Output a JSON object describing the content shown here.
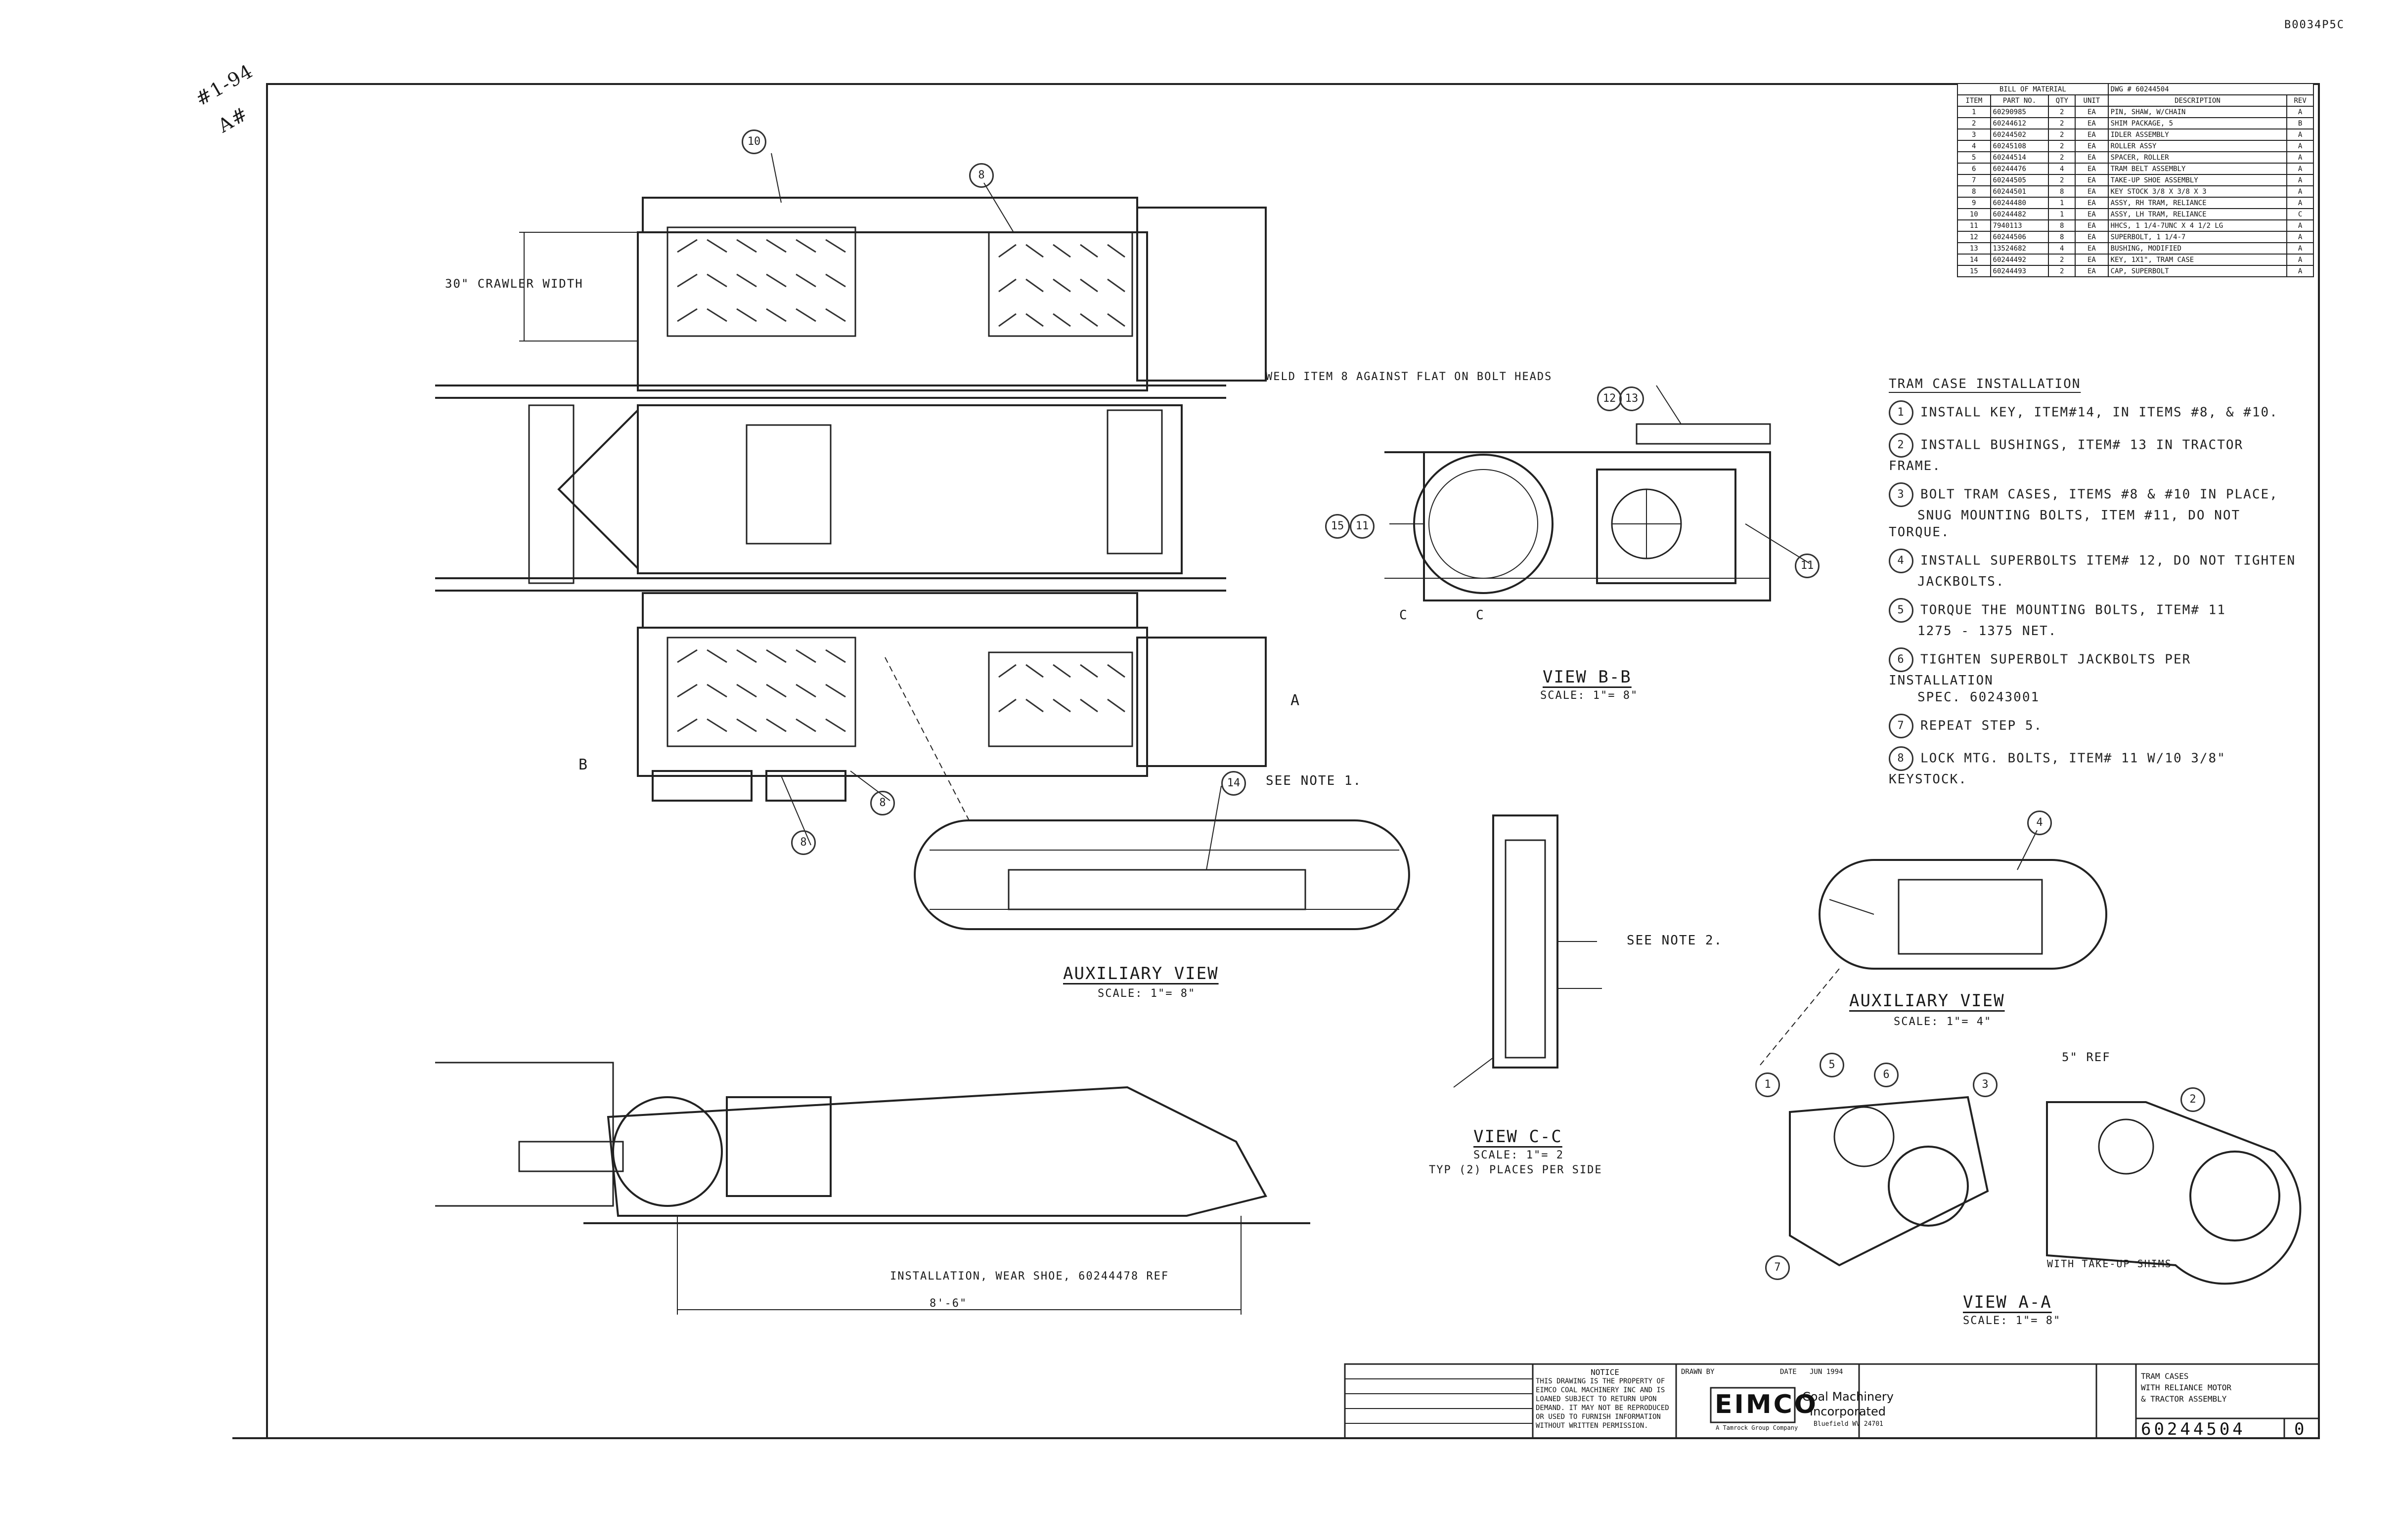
{
  "corner_code": "B0034P5C",
  "handwriting": {
    "line1": "#1-94",
    "line2": "A#"
  },
  "labels": {
    "crawler_width": "30\" CRAWLER WIDTH",
    "weld_note": "WELD ITEM 8 AGAINST FLAT ON BOLT HEADS",
    "see_note_1": "SEE NOTE 1.",
    "see_note_2": "SEE NOTE 2.",
    "install_wear_shoe": "INSTALLATION, WEAR SHOE, 60244478 REF",
    "length_dim": "8'-6\"",
    "five_ref": "5\" REF",
    "with_take_up": "WITH TAKE-UP SHIMS",
    "section_b": "B",
    "section_c": "C",
    "section_a": "A"
  },
  "views": {
    "bb_title": "VIEW B-B",
    "bb_scale": "SCALE: 1\"= 8\"",
    "cc_title": "VIEW C-C",
    "cc_scale": "SCALE: 1\"= 2",
    "cc_sub": "TYP (2) PLACES PER SIDE",
    "aux1_title": "AUXILIARY VIEW",
    "aux1_scale": "SCALE: 1\"= 8\"",
    "aux2_title": "AUXILIARY VIEW",
    "aux2_scale": "SCALE: 1\"= 4\"",
    "aa_title": "VIEW A-A",
    "aa_scale": "SCALE: 1\"= 8\""
  },
  "notes": {
    "title": "TRAM CASE INSTALLATION",
    "items": [
      {
        "n": "1",
        "text": "INSTALL KEY, ITEM#14, IN ITEMS #8, & #10."
      },
      {
        "n": "2",
        "text": "INSTALL BUSHINGS, ITEM# 13 IN TRACTOR FRAME."
      },
      {
        "n": "3",
        "text": "BOLT TRAM CASES, ITEMS #8 & #10 IN PLACE,",
        "text2": "SNUG MOUNTING BOLTS, ITEM #11, DO NOT TORQUE."
      },
      {
        "n": "4",
        "text": "INSTALL SUPERBOLTS ITEM# 12, DO NOT TIGHTEN",
        "text2": "JACKBOLTS."
      },
      {
        "n": "5",
        "text": "TORQUE THE MOUNTING BOLTS, ITEM# 11",
        "text2": "1275 - 1375 NET."
      },
      {
        "n": "6",
        "text": "TIGHTEN SUPERBOLT JACKBOLTS PER INSTALLATION",
        "text2": "SPEC. 60243001"
      },
      {
        "n": "7",
        "text": "REPEAT STEP 5."
      },
      {
        "n": "8",
        "text": "LOCK MTG. BOLTS, ITEM# 11 W/10 3/8\" KEYSTOCK."
      }
    ]
  },
  "bom": {
    "title": "BILL OF MATERIAL",
    "dwg_label": "DWG #",
    "dwg_no": "60244504",
    "headers": [
      "ITEM",
      "PART NO.",
      "QTY",
      "UNIT",
      "DESCRIPTION",
      "REV"
    ],
    "rows": [
      [
        "1",
        "60290985",
        "2",
        "EA",
        "PIN, SHAW, W/CHAIN",
        "A"
      ],
      [
        "2",
        "60244612",
        "2",
        "EA",
        "SHIM PACKAGE, 5",
        "B"
      ],
      [
        "3",
        "60244502",
        "2",
        "EA",
        "IDLER ASSEMBLY",
        "A"
      ],
      [
        "4",
        "60245108",
        "2",
        "EA",
        "ROLLER ASSY",
        "A"
      ],
      [
        "5",
        "60244514",
        "2",
        "EA",
        "SPACER, ROLLER",
        "A"
      ],
      [
        "6",
        "60244476",
        "4",
        "EA",
        "TRAM BELT ASSEMBLY",
        "A"
      ],
      [
        "7",
        "60244505",
        "2",
        "EA",
        "TAKE-UP SHOE ASSEMBLY",
        "A"
      ],
      [
        "8",
        "60244501",
        "8",
        "EA",
        "KEY STOCK 3/8 X 3/8 X 3",
        "A"
      ],
      [
        "9",
        "60244480",
        "1",
        "EA",
        "ASSY, RH TRAM, RELIANCE",
        "A"
      ],
      [
        "10",
        "60244482",
        "1",
        "EA",
        "ASSY, LH TRAM, RELIANCE",
        "C"
      ],
      [
        "11",
        "7940113",
        "8",
        "EA",
        "HHCS, 1 1/4-7UNC X 4 1/2 LG",
        "A"
      ],
      [
        "12",
        "60244506",
        "8",
        "EA",
        "SUPERBOLT, 1 1/4-7",
        "A"
      ],
      [
        "13",
        "13524682",
        "4",
        "EA",
        "BUSHING, MODIFIED",
        "A"
      ],
      [
        "14",
        "60244492",
        "2",
        "EA",
        "KEY, 1X1\", TRAM CASE",
        "A"
      ],
      [
        "15",
        "60244493",
        "2",
        "EA",
        "CAP, SUPERBOLT",
        "A"
      ]
    ]
  },
  "title_block": {
    "company": "EIMCO",
    "company_sub": "A Tamrock Group Company",
    "company_line1": "Coal Machinery",
    "company_line2": "Incorporated",
    "company_loc": "Bluefield WV 24701",
    "drawn_label": "DRAWN BY",
    "date_label": "DATE",
    "date_val": "JUN 1994",
    "dwg_title_line1": "TRAM CASES",
    "dwg_title_line2": "WITH RELIANCE MOTOR",
    "dwg_title_line3": "& TRACTOR ASSEMBLY",
    "dwg_number": "60244504",
    "rev": "0",
    "notice_title": "NOTICE",
    "notice_text": "THIS DRAWING IS THE PROPERTY OF EIMCO COAL MACHINERY INC AND IS LOANED SUBJECT TO RETURN UPON DEMAND. IT MAY NOT BE REPRODUCED OR USED TO FURNISH INFORMATION WITHOUT WRITTEN PERMISSION."
  },
  "balloons": [
    "10",
    "8",
    "8",
    "8",
    "14",
    "15",
    "11",
    "12",
    "13",
    "11",
    "4",
    "3",
    "5",
    "6",
    "2",
    "1",
    "7"
  ]
}
